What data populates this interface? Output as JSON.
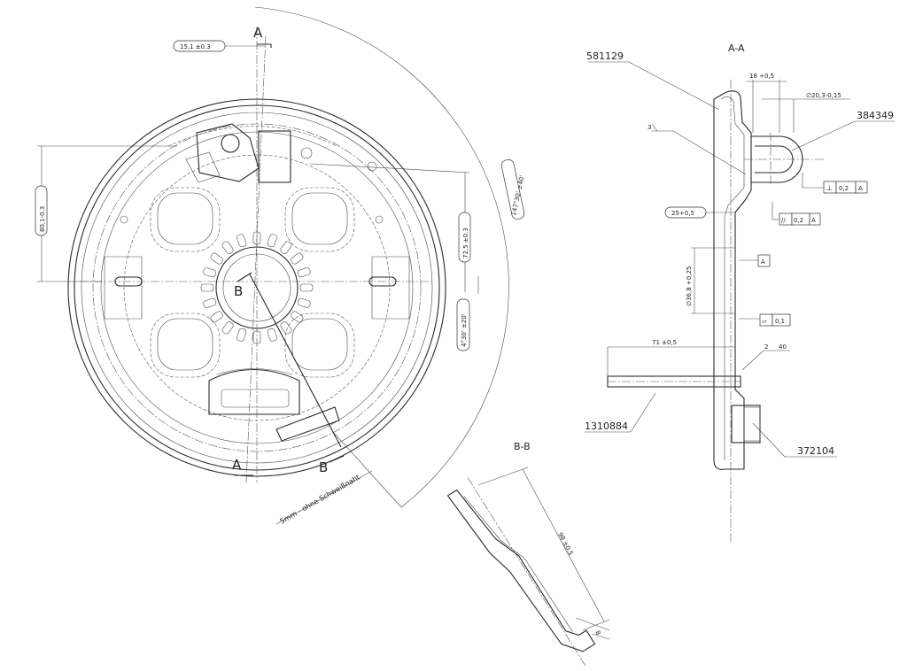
{
  "sections": {
    "aa_label": "A-A",
    "bb_label": "B-B",
    "a_marker": "A",
    "b_marker": "B"
  },
  "dimensions": {
    "d_15_1": "15,1 ±0.3",
    "d_80_1": "80,1-0.3",
    "d_72_5": "72,5 ±0.3",
    "d_147": "147°30' ±40'",
    "d_4_30": "4°30' ±20'",
    "d_18": "18 +0,5",
    "d_20_3": "∅20,3-0,15",
    "d_25": "25+0,5",
    "d_36_8": "∅36,8 +0,25",
    "d_71": "71 ±0,5",
    "d_98": "98 ±0,5",
    "d_8": "8",
    "weld_3": "3",
    "weld_2_40": "2",
    "weld_40": "40",
    "weld_note": "5mm - ohne Schweißnaht"
  },
  "tolerances": {
    "perp_sym": "⊥",
    "perp_val": "0,2",
    "perp_ref": "A",
    "par_sym": "//",
    "par_val": "0,2",
    "par_ref": "A",
    "datum_a": "A",
    "flat_sym": "▱",
    "flat_val": "0,1"
  },
  "part_numbers": {
    "p581129": "581129",
    "p384349": "384349",
    "p1310884": "1310884",
    "p372104": "372104"
  }
}
